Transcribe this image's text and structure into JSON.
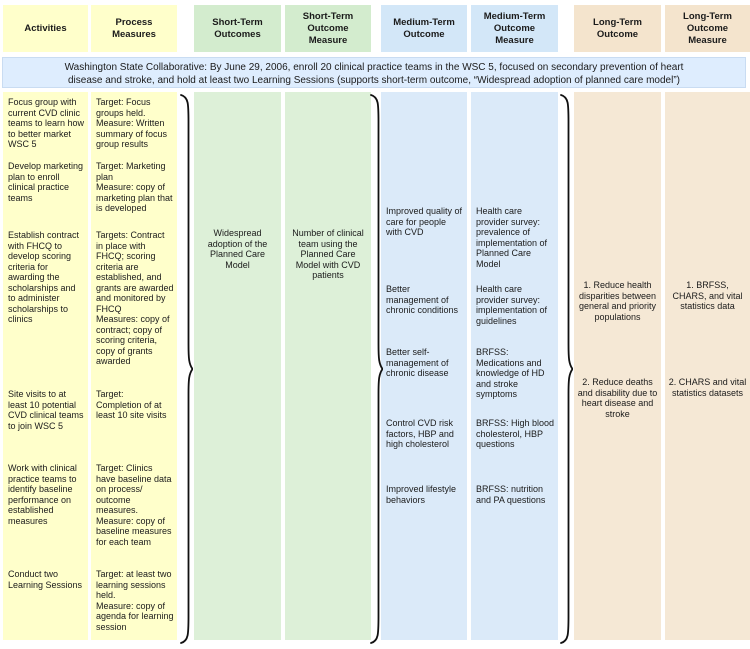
{
  "headers": [
    "Activities",
    "Process Measures",
    "Short-Term Outcomes",
    "Short-Term Outcome Measure",
    "Medium-Term Outcome",
    "Medium-Term Outcome Measure",
    "Long-Term Outcome",
    "Long-Term Outcome Measure"
  ],
  "banner": "Washington State Collaborative: By June 29, 2006, enroll 20 clinical practice teams in the WSC 5, focused on secondary prevention of heart\ndisease and stroke, and hold at least two Learning Sessions (supports short-term outcome, “Widespread adoption of planned care model”)",
  "activities": {
    "items": [
      "Focus group with current CVD clinic teams to learn how to better market WSC 5",
      "Develop marketing plan to enroll clinical practice teams",
      "Establish contract with FHCQ to develop scoring criteria for awarding the scholarships and to administer scholarships to clinics",
      "Site visits to at least 10 potential CVD clinical teams to join WSC 5",
      "Work with clinical practice teams to identify baseline performance on established measures",
      "Conduct two Learning Sessions"
    ]
  },
  "process_measures": {
    "items": [
      "Target: Focus groups held.\nMeasure: Written summary of focus group results",
      "Target: Marketing plan\nMeasure: copy of marketing plan that is developed",
      "Targets: Contract in place with FHCQ; scoring criteria are established, and grants are awarded and monitored by FHCQ\nMeasures: copy of contract; copy of scoring criteria, copy of grants awarded",
      "Target:\nCompletion of at least 10 site visits",
      "Target: Clinics have baseline data on process/ outcome measures.\nMeasure: copy of baseline measures for each team",
      "Target: at least two learning sessions held.\nMeasure: copy of agenda for learning session"
    ]
  },
  "short_term_outcomes": {
    "items": [
      "Widespread adoption of the Planned Care Model"
    ]
  },
  "short_term_outcome_measure": {
    "items": [
      "Number of clinical team using the Planned Care Model with CVD patients"
    ]
  },
  "medium_term_outcome": {
    "items": [
      "Improved quality of care for people with CVD",
      "Better management of chronic conditions",
      "Better self-management of chronic disease",
      "Control CVD risk factors, HBP and high cholesterol",
      "Improved lifestyle behaviors"
    ]
  },
  "medium_term_outcome_measure": {
    "items": [
      "Health care provider survey: prevalence of implementation of Planned Care Model",
      "Health care provider survey: implementation of guidelines",
      "BRFSS: Medications and knowledge of HD and stroke symptoms",
      "BRFSS: High blood cholesterol, HBP questions",
      "BRFSS: nutrition and PA questions"
    ]
  },
  "long_term_outcome": {
    "items": [
      "1. Reduce health disparities between general and priority populations",
      "2. Reduce deaths and disability due to heart disease and stroke"
    ]
  },
  "long_term_outcome_measure": {
    "items": [
      "1. BRFSS, CHARS, and vital statistics data",
      "2. CHARS and vital statistics datasets"
    ]
  },
  "colors": {
    "yellow": "#FFFFCB",
    "green_header": "#D3ECCE",
    "green": "#DDF0D8",
    "blue_header": "#D3E7F8",
    "blue": "#DBEAF9",
    "banner_blue": "#DEEDFE",
    "tan_header": "#F4E4CD",
    "tan": "#F5E8D5",
    "brace": "#111111"
  }
}
